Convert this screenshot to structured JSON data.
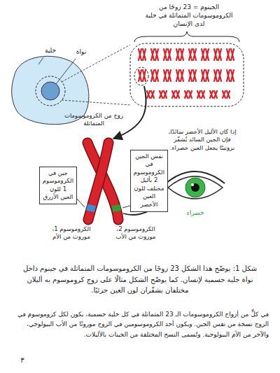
{
  "diagram": {
    "caption": "شكل 1: يوضّح هذا الشكل 23 زوجًا من الكروموسومات المتماثلة في جينوم داخل نواة خلية جسمية لإنسان. كما يوضّح الشكل مثالًا على زوج كروموسوم به أليلان مختلفان يشفّران لون العين جزئيًا.",
    "nodes": [
      {
        "text": [
          "نفس الجين في الكروموسوم 2 بأليل مختلف للون العين الأخضر"
        ]
      },
      {
        "text": [
          "جين في الكروموسوم 1 للون العين الأزرق"
        ]
      }
    ],
    "labels": [
      "الجينوم = 23 زوجًا من الكروموسومات المتماثلة في خلية لدى الإنسان",
      "خلية",
      "نواة",
      "زوج من الكروموسومات المتماثلة",
      "إذا كان الأليل الأخضر سائدًا، فإن الجين السائد يُشفّر بروتينًا يجعل العين خضراء.",
      "خضراء",
      "الكروموسوم 1، موروث من الأم",
      "الكروموسوم 2، موروث من الأب",
      "في كلٍّ من أزواج الكروموسومات الـ 23 المتماثلة في كل خلية جسمية، يكون لكل كروموسوم في الزوج نسخة من نفس الجين. ويكون أحد الكروموسومين في الزوج موروثًا من الأب البيولوجي، والآخر من الأم البيولوجية. وتُسمى النسخ المختلفة من الجينات بالأليلات.",
      "٣"
    ]
  }
}
